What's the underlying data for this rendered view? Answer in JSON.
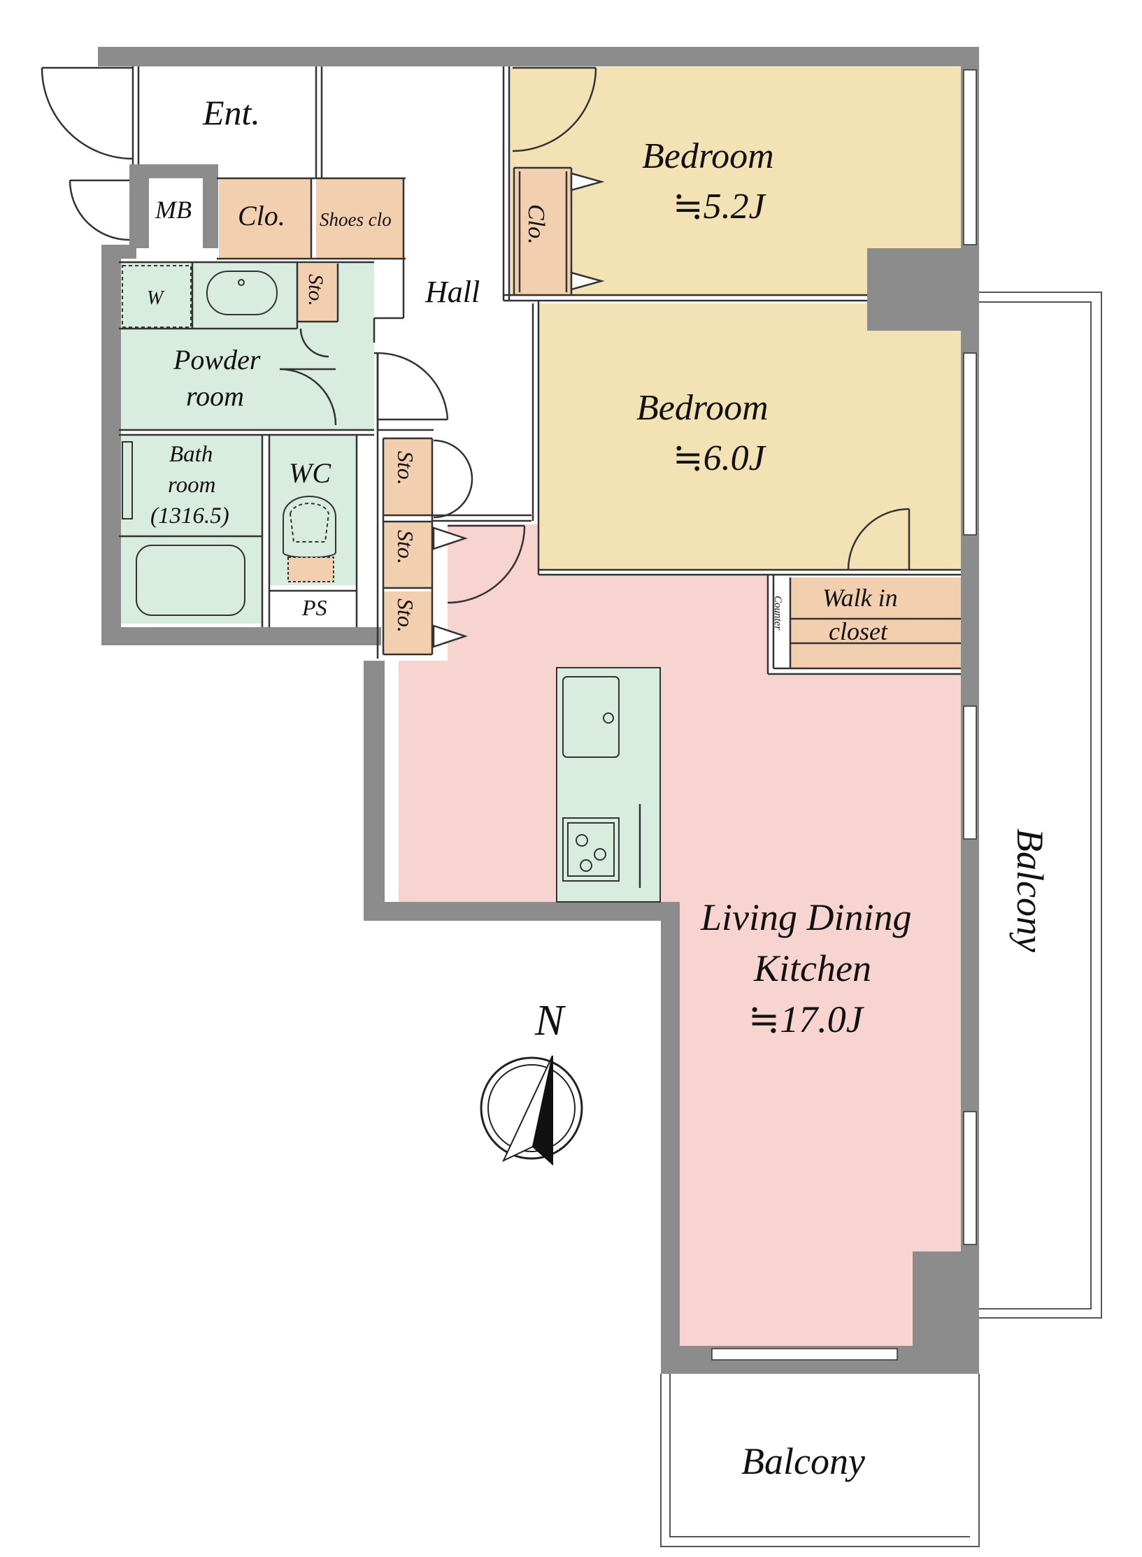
{
  "colors": {
    "wall": "#8c8c8c",
    "wall_edge": "#6f6f6f",
    "bedroom": "#f3e2b4",
    "storage": "#f2cfae",
    "wet": "#d8ece0",
    "ldk": "#f8d4d1",
    "kitchen_counter": "#d8ece0",
    "line": "#333333"
  },
  "rooms": {
    "entrance": "Ent.",
    "mb": "MB",
    "clo_entry": "Clo.",
    "shoes": "Shoes clo",
    "hall": "Hall",
    "washer": "W",
    "sto_powder": "Sto.",
    "powder_1": "Powder",
    "powder_2": "room",
    "bath_1": "Bath",
    "bath_2": "room",
    "bath_3": "(1316.5)",
    "wc": "WC",
    "ps": "PS",
    "sto_hall_1": "Sto.",
    "sto_hall_2": "Sto.",
    "sto_hall_3": "Sto.",
    "bedroom1_name": "Bedroom",
    "bedroom1_size": "≒5.2J",
    "clo_bedroom": "Clo.",
    "bedroom2_name": "Bedroom",
    "bedroom2_size": "≒6.0J",
    "counter": "Counter",
    "walkin_1": "Walk in",
    "walkin_2": "closet",
    "ldk_1": "Living Dining",
    "ldk_2": "Kitchen",
    "ldk_size": "≒17.0J",
    "balcony_east": "Balcony",
    "balcony_south": "Balcony"
  },
  "compass": {
    "label": "N",
    "icon": "north-arrow-icon"
  }
}
